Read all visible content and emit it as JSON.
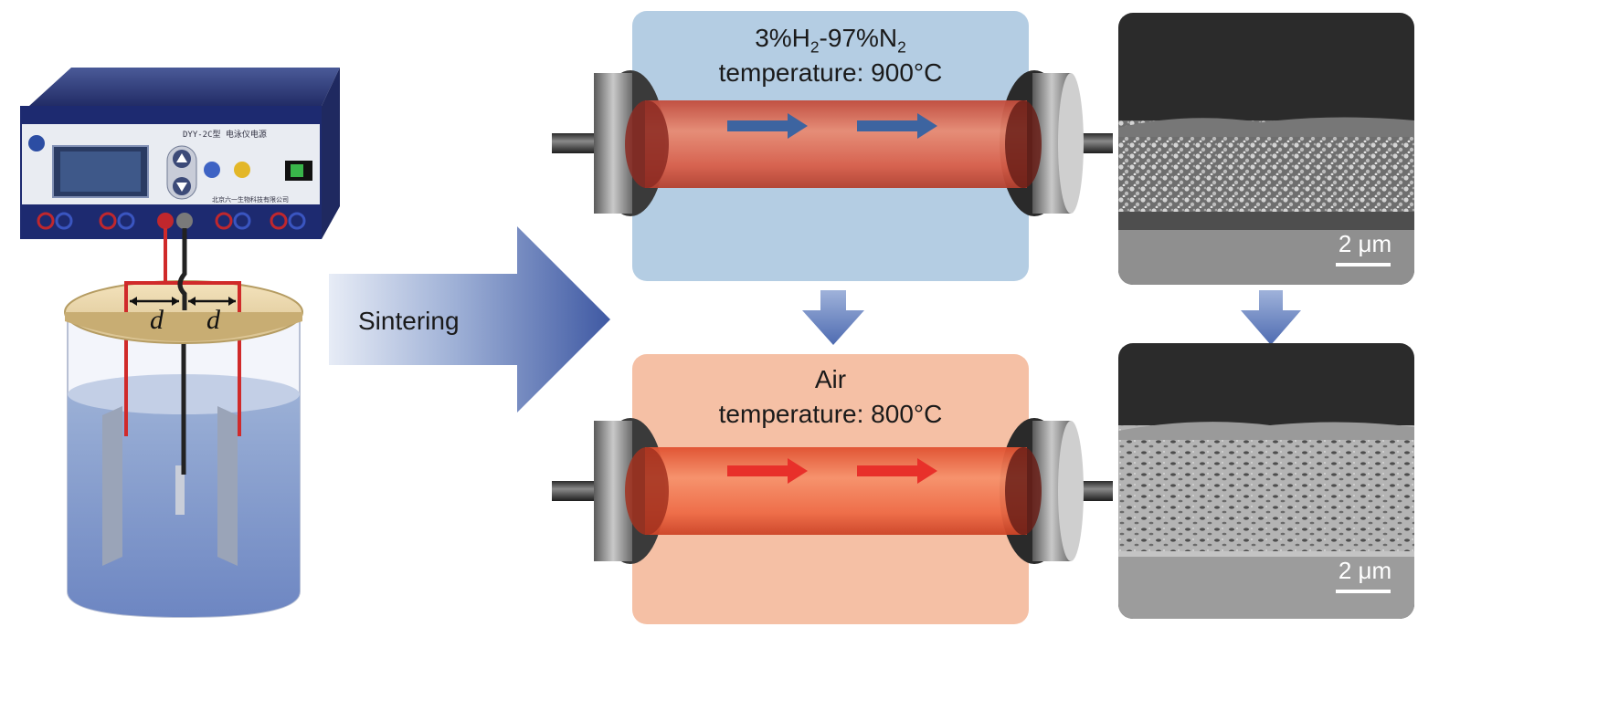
{
  "electrophoresis": {
    "model_text": "DYY-2C型 电泳仪电源",
    "company_text": "北京六一生物科技有限公司",
    "dimension_left": "d",
    "dimension_right": "d"
  },
  "process": {
    "arrow_label": "Sintering"
  },
  "reduction_step": {
    "gas_main": "3%H",
    "gas_sub1": "2",
    "gas_mid": "-97%N",
    "gas_sub2": "2",
    "temperature": "temperature: 900°C",
    "panel_color": "#b4cde3",
    "flow_arrow_color": "#3d64a0"
  },
  "oxidation_step": {
    "gas": "Air",
    "temperature": "temperature: 800°C",
    "panel_color": "#f5c0a5",
    "flow_arrow_color": "#e8302a"
  },
  "micrographs": {
    "top_scale": "2 μm",
    "bottom_scale": "2 μm"
  },
  "colors": {
    "arrow_blue": "#4b67ad",
    "tube_red": "#e06a55"
  }
}
